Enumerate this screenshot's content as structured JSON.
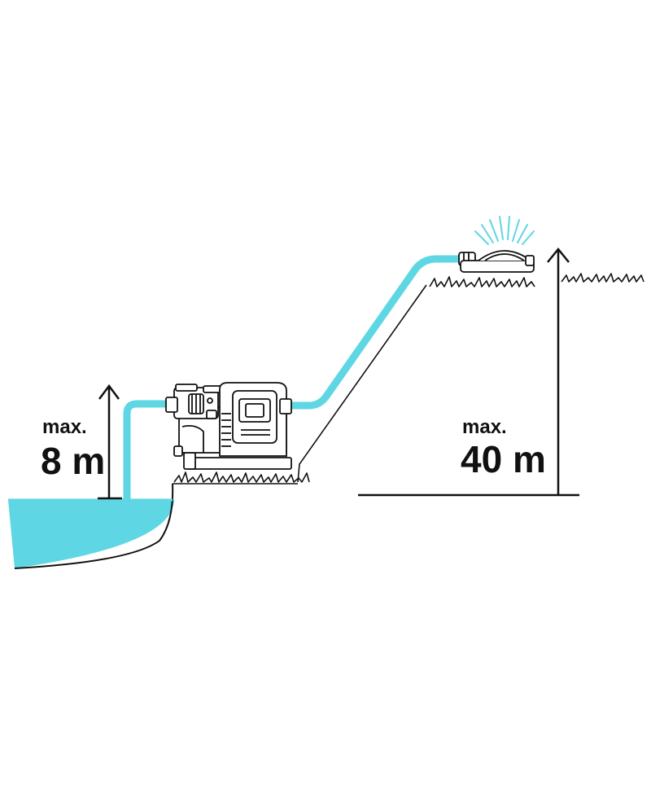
{
  "suction_height": {
    "prefix": "max.",
    "value": "8 m"
  },
  "delivery_height": {
    "prefix": "max.",
    "value": "40 m"
  },
  "colors": {
    "water": "#5ed6e4",
    "hose": "#5ed6e4",
    "line": "#111111",
    "background": "#ffffff"
  },
  "icons": [
    "pump-icon",
    "sprinkler-icon",
    "water-pool-icon",
    "grass-icon",
    "up-arrow-icon"
  ]
}
